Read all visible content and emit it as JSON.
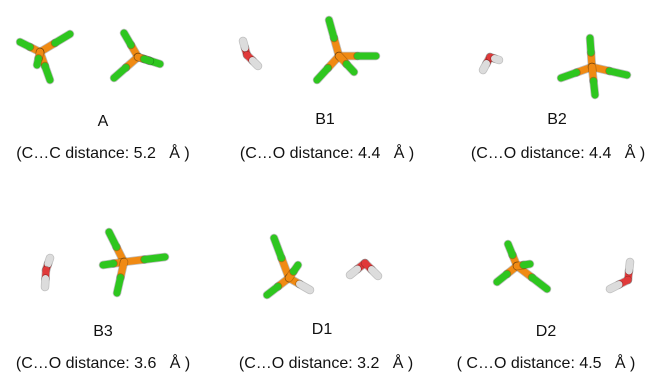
{
  "colors": {
    "carbon": "#f08a13",
    "chlorine": "#2ec61f",
    "hydrogen": "#dcdcdc",
    "oxygen": "#e03a3a"
  },
  "panels": [
    {
      "id": "A",
      "name": "A",
      "distance": "(C…C distance: 5.2   Å )"
    },
    {
      "id": "B1",
      "name": "B1",
      "distance": "(C…O distance: 4.4   Å )"
    },
    {
      "id": "B2",
      "name": "B2",
      "distance": "(C…O distance: 4.4   Å )"
    },
    {
      "id": "B3",
      "name": "B3",
      "distance": "(C…O distance: 3.6   Å )"
    },
    {
      "id": "D1",
      "name": "D1",
      "distance": "(C…O distance: 3.2   Å )"
    },
    {
      "id": "D2",
      "name": "D2",
      "distance": "( C…O distance: 4.5   Å )"
    }
  ]
}
